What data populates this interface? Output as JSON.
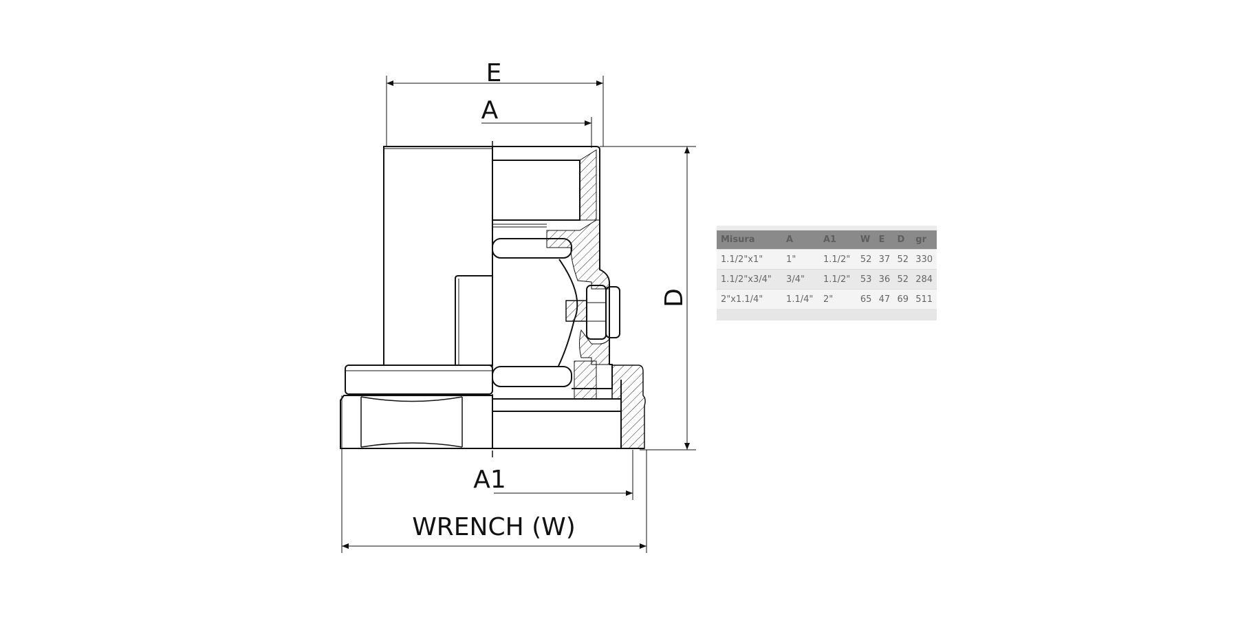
{
  "drawing": {
    "dimensions": {
      "E": "E",
      "A": "A",
      "D": "D",
      "A1": "A1",
      "W": "WRENCH (W)"
    }
  },
  "table": {
    "headers": [
      "Misura",
      "A",
      "A1",
      "W",
      "E",
      "D",
      "gr"
    ],
    "rows": [
      [
        "1.1/2\"x1\"",
        "1\"",
        "1.1/2\"",
        "52",
        "37",
        "52",
        "330"
      ],
      [
        "1.1/2\"x3/4\"",
        "3/4\"",
        "1.1/2\"",
        "53",
        "36",
        "52",
        "284"
      ],
      [
        "2\"x1.1/4\"",
        "1.1/4\"",
        "2\"",
        "65",
        "47",
        "69",
        "511"
      ]
    ]
  },
  "colors": {
    "line": "#111111",
    "header_bg": "#8a8a8a"
  }
}
